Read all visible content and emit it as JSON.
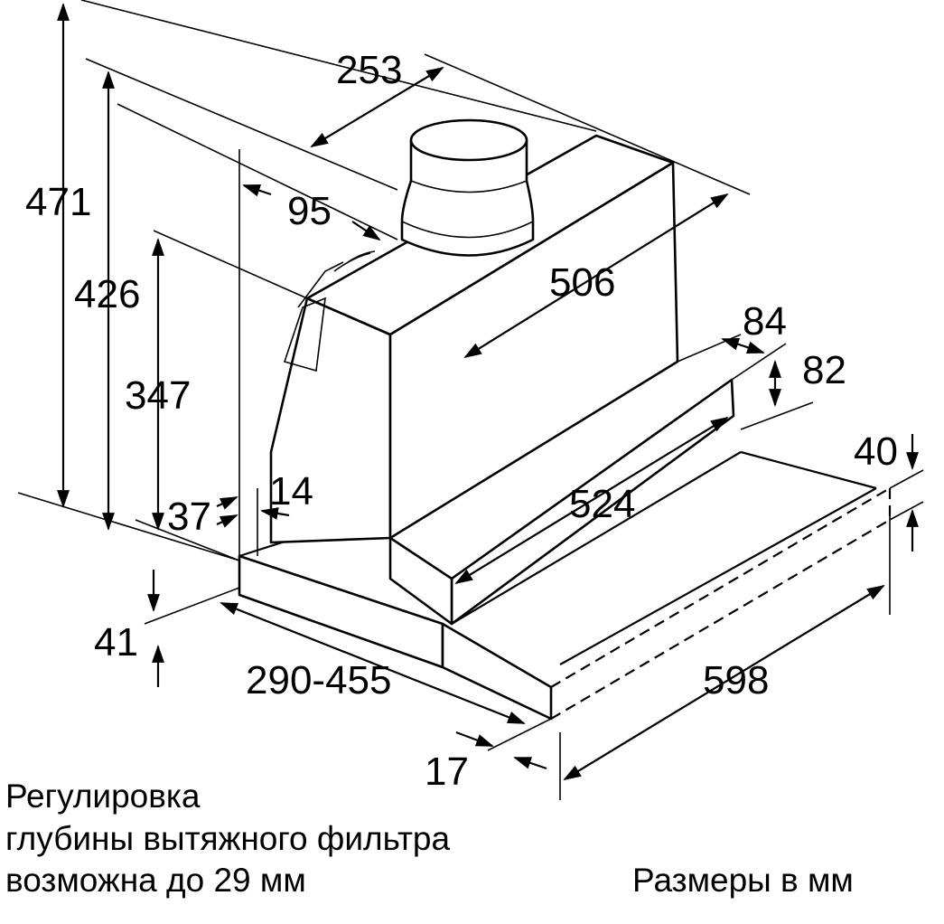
{
  "diagram": {
    "dimensions": {
      "d253": "253",
      "d471": "471",
      "d95": "95",
      "d426": "426",
      "d506": "506",
      "d84": "84",
      "d347": "347",
      "d82": "82",
      "d40": "40",
      "d14": "14",
      "d37": "37",
      "d524": "524",
      "d41": "41",
      "d290_455": "290-455",
      "d598": "598",
      "d17": "17"
    },
    "note_lines": [
      "Регулировка",
      "глубины вытяжного фильтра",
      "возможна до 29 мм"
    ],
    "units_label": "Размеры в мм"
  }
}
